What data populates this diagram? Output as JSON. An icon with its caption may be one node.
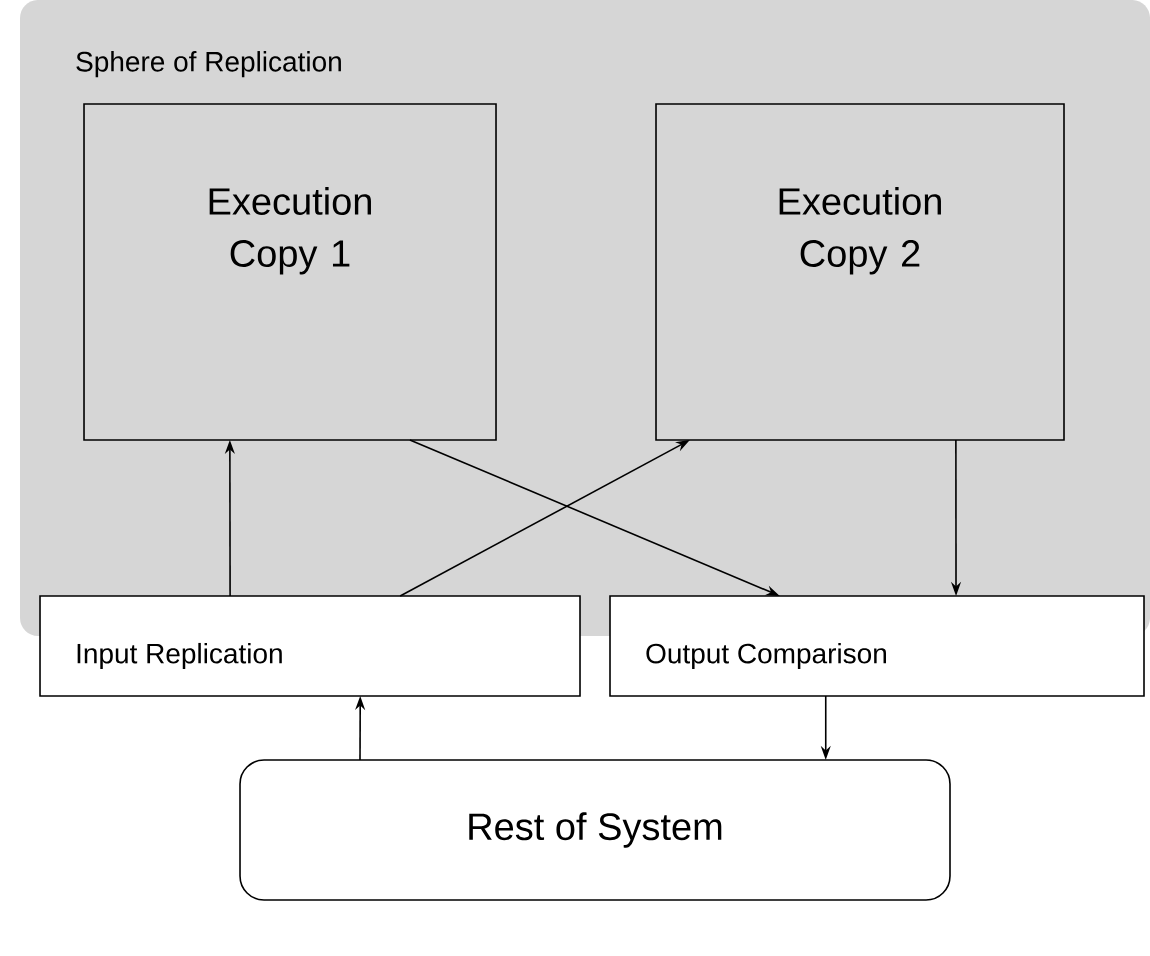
{
  "diagram": {
    "nodes": [
      {
        "text": [
          "Sphere of Replication"
        ]
      },
      {
        "text": [
          "Execution Copy 1"
        ],
        "in": 0
      },
      {
        "text": [
          "Execution Copy 2"
        ],
        "in": 0
      },
      {
        "text": [
          "Input Replication"
        ]
      },
      {
        "text": [
          "Output Comparison"
        ]
      },
      {
        "text": [
          "Rest of System"
        ]
      }
    ],
    "edges": [
      {
        "from": 3,
        "to": 1,
        "arrow": "to"
      },
      {
        "from": 3,
        "to": 2,
        "arrow": "to"
      },
      {
        "from": 1,
        "to": 4,
        "arrow": "to"
      },
      {
        "from": 2,
        "to": 4,
        "arrow": "to"
      },
      {
        "from": 5,
        "to": 3,
        "arrow": "to"
      },
      {
        "from": 4,
        "to": 5,
        "arrow": "to"
      }
    ]
  }
}
